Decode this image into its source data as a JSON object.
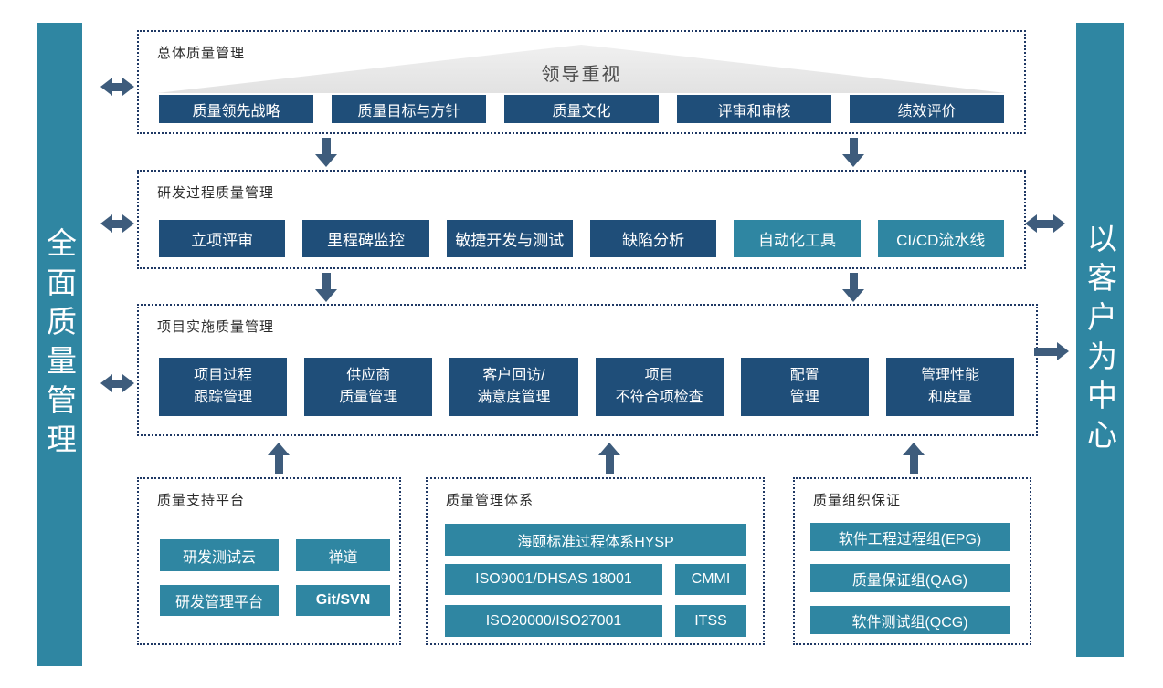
{
  "colors": {
    "navy": "#1F4E79",
    "teal": "#2F86A2",
    "arrow": "#3E5C7C",
    "border": "#1F3864",
    "tri": "#E9E9E9"
  },
  "side_bars": {
    "left": "全面质量管理",
    "right": "以客户为中心"
  },
  "sections": {
    "overall": {
      "title": "总体质量管理",
      "banner": "领导重视",
      "items": [
        "质量领先战略",
        "质量目标与方针",
        "质量文化",
        "评审和审核",
        "绩效评价"
      ]
    },
    "rd": {
      "title": "研发过程质量管理",
      "items": [
        {
          "label": "立项评审",
          "variant": "navy"
        },
        {
          "label": "里程碑监控",
          "variant": "navy"
        },
        {
          "label": "敏捷开发与测试",
          "variant": "navy"
        },
        {
          "label": "缺陷分析",
          "variant": "navy"
        },
        {
          "label": "自动化工具",
          "variant": "teal"
        },
        {
          "label": "CI/CD流水线",
          "variant": "teal"
        }
      ]
    },
    "project": {
      "title": "项目实施质量管理",
      "items": [
        [
          "项目过程",
          "跟踪管理"
        ],
        [
          "供应商",
          "质量管理"
        ],
        [
          "客户回访/",
          "满意度管理"
        ],
        [
          "项目",
          "不符合项检查"
        ],
        [
          "配置",
          "管理"
        ],
        [
          "管理性能",
          "和度量"
        ]
      ]
    },
    "platform": {
      "title": "质量支持平台",
      "items": [
        "研发测试云",
        "禅道",
        "研发管理平台",
        "Git/SVN"
      ]
    },
    "system": {
      "title": "质量管理体系",
      "hysp": "海颐标准过程体系HYSP",
      "items": [
        "ISO9001/DHSAS 18001",
        "CMMI",
        "ISO20000/ISO27001",
        "ITSS"
      ]
    },
    "org": {
      "title": "质量组织保证",
      "items": [
        "软件工程过程组(EPG)",
        "质量保证组(QAG)",
        "软件测试组(QCG)"
      ]
    }
  }
}
